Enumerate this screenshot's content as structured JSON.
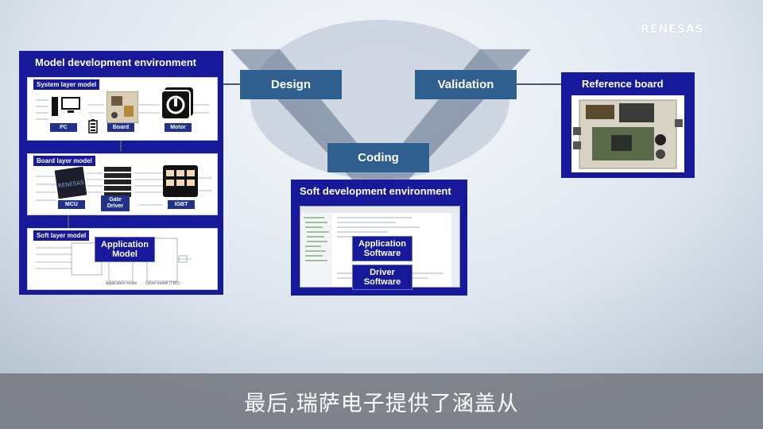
{
  "logo": {
    "text": "RENESAS"
  },
  "phases": {
    "design": "Design",
    "validation": "Validation",
    "coding": "Coding"
  },
  "model_env": {
    "title": "Model development environment",
    "system_layer": {
      "tag": "System layer model",
      "pc": "PC",
      "board": "Board",
      "motor": "Motor"
    },
    "board_layer": {
      "tag": "Board layer model",
      "mcu": "MCU",
      "gate_driver": "Gate\nDriver",
      "igbt": "IGBT"
    },
    "soft_layer": {
      "tag": "Soft layer model",
      "app_model": "Application\nModel",
      "caption_app": "Application model",
      "caption_driver": "Driver model (TBD)"
    }
  },
  "soft_env": {
    "title": "Soft development environment",
    "app_software": "Application\nSoftware",
    "driver_software": "Driver\nSoftware"
  },
  "reference": {
    "title": "Reference board"
  },
  "subtitle": "最后,瑞萨电子提供了涵盖从",
  "colors": {
    "panel_navy": "#16199a",
    "phase_blue": "#2f5f8f",
    "subtitle_bar": "#787c84"
  }
}
